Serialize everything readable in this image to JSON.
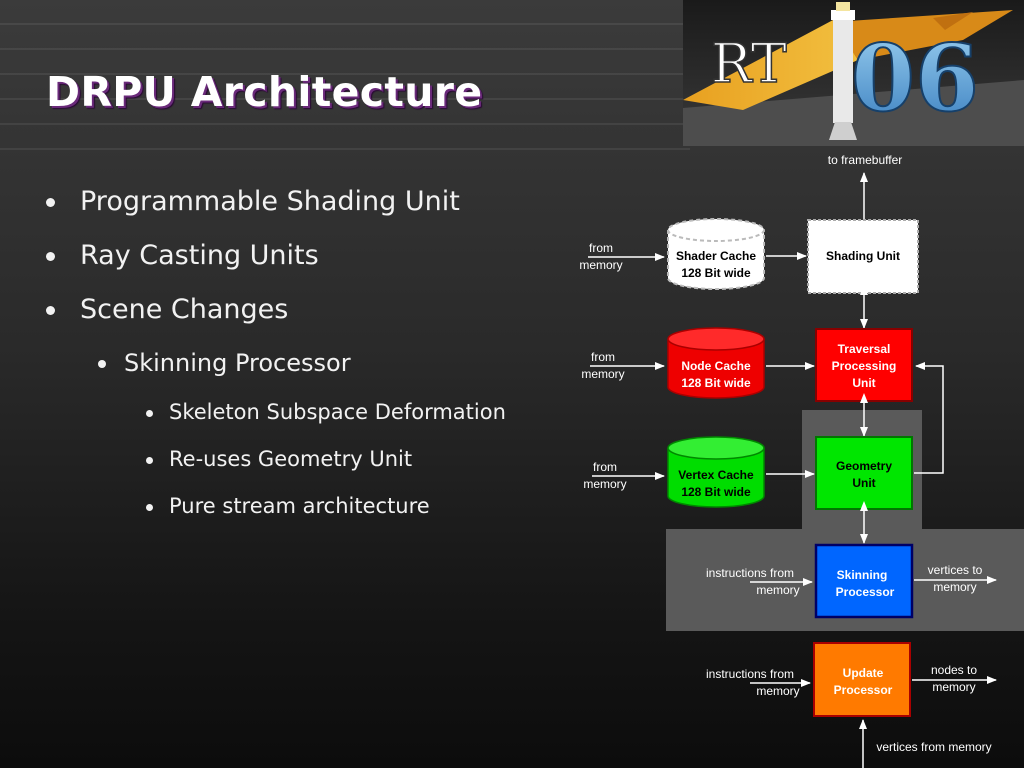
{
  "slide": {
    "title": "DRPU Architecture",
    "bullets": {
      "b1": "Programmable Shading Unit",
      "b2": "Ray Casting Units",
      "b3": "Scene Changes",
      "b4": "Skinning Processor",
      "b5": "Skeleton Subspace Deformation",
      "b6": "Re-uses Geometry Unit",
      "b7": "Pure stream architecture"
    }
  },
  "logo": {
    "text_rt": "RT",
    "text_06": "06"
  },
  "diagram": {
    "to_framebuffer": "to framebuffer",
    "shader_cache": {
      "line1": "Shader Cache",
      "line2": "128 Bit wide"
    },
    "shading_unit": "Shading  Unit",
    "node_cache": {
      "line1": "Node Cache",
      "line2": "128 Bit wide"
    },
    "traversal": {
      "line1": "Traversal",
      "line2": "Processing",
      "line3": "Unit"
    },
    "vertex_cache": {
      "line1": "Vertex Cache",
      "line2": "128 Bit wide"
    },
    "geometry": {
      "line1": "Geometry",
      "line2": "Unit"
    },
    "skinning": {
      "line1": "Skinning",
      "line2": "Processor"
    },
    "update": {
      "line1": "Update",
      "line2": "Processor"
    },
    "from_memory_1": {
      "line1": "from",
      "line2": "memory"
    },
    "from_memory_2": {
      "line1": "from",
      "line2": "memory"
    },
    "from_memory_3": {
      "line1": "from",
      "line2": "memory"
    },
    "instr_1": {
      "line1": "instructions from",
      "line2": "memory"
    },
    "vertices_to": {
      "line1": "vertices to",
      "line2": "memory"
    },
    "instr_2": {
      "line1": "instructions from",
      "line2": "memory"
    },
    "nodes_to": {
      "line1": "nodes to",
      "line2": "memory"
    },
    "vertices_from": "vertices from memory",
    "colors": {
      "traversal": "#ff0000",
      "geometry": "#00e600",
      "skinning": "#0066ff",
      "update": "#ff7a00",
      "node_cache": "#ee0000",
      "vertex_cache": "#00dd00"
    }
  }
}
